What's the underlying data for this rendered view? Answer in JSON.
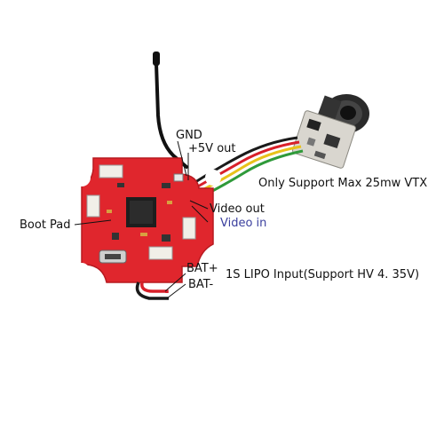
{
  "labels": {
    "gnd": "GND",
    "five_v_out": "+5V out",
    "vtx_note": "Only Support Max 25mw VTX",
    "video_out": "Video out",
    "video_in": "Video in",
    "boot_pad": "Boot Pad",
    "bat_plus": "BAT+",
    "bat_minus": "BAT-",
    "lipo_input": "1S LIPO Input(Support HV 4. 35V)"
  },
  "colors": {
    "pcb": "#e0262d",
    "pcb_dark": "#b71a20",
    "wire_black": "#1a1a1a",
    "wire_red": "#d8202a",
    "wire_yellow": "#e8c21a",
    "wire_green": "#2f9a3a",
    "video_in_text": "#3a3f9e"
  }
}
